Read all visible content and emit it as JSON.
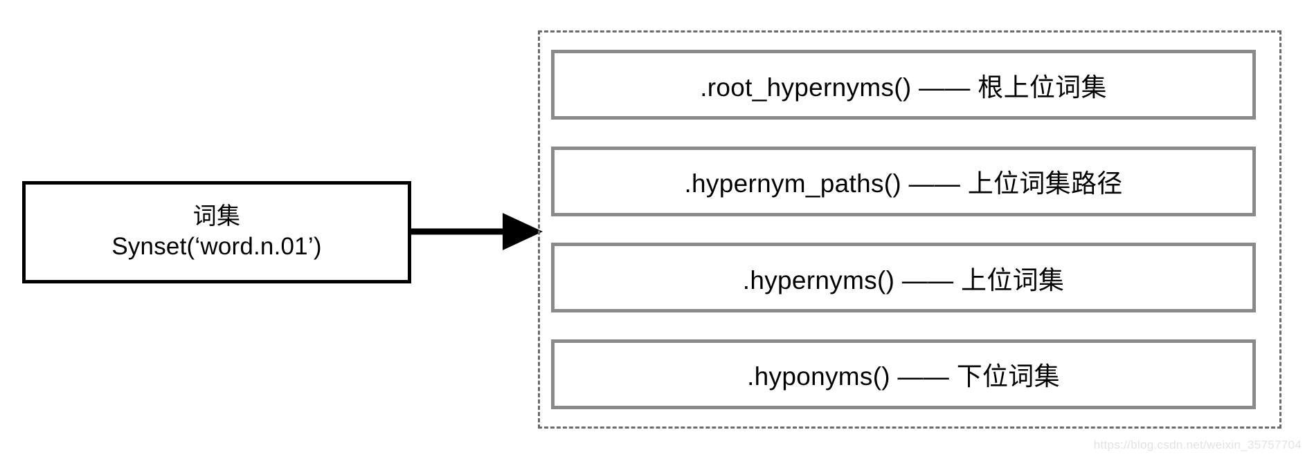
{
  "diagram": {
    "type": "flow-diagram",
    "background_color": "#ffffff",
    "source_node": {
      "name": "synset-node",
      "line1": "词集",
      "line2": "Synset(‘word.n.01’)",
      "border_color": "#000000"
    },
    "connector": {
      "name": "arrow-connector",
      "style": "solid-line-with-filled-arrowhead",
      "color": "#000000",
      "from": "synset-node",
      "to": "methods-group"
    },
    "methods_group": {
      "name": "methods-group",
      "border_style": "dashed",
      "border_color": "#6b6b6b",
      "box_border_color": "#8a8a8a",
      "items": [
        {
          "id": "root-hypernyms",
          "label": ".root_hypernyms() —— 根上位词集"
        },
        {
          "id": "hypernym-paths",
          "label": ".hypernym_paths() —— 上位词集路径"
        },
        {
          "id": "hypernyms",
          "label": ".hypernyms() —— 上位词集"
        },
        {
          "id": "hyponyms",
          "label": ".hyponyms() —— 下位词集"
        }
      ]
    },
    "watermark": "https://blog.csdn.net/weixin_35757704"
  }
}
